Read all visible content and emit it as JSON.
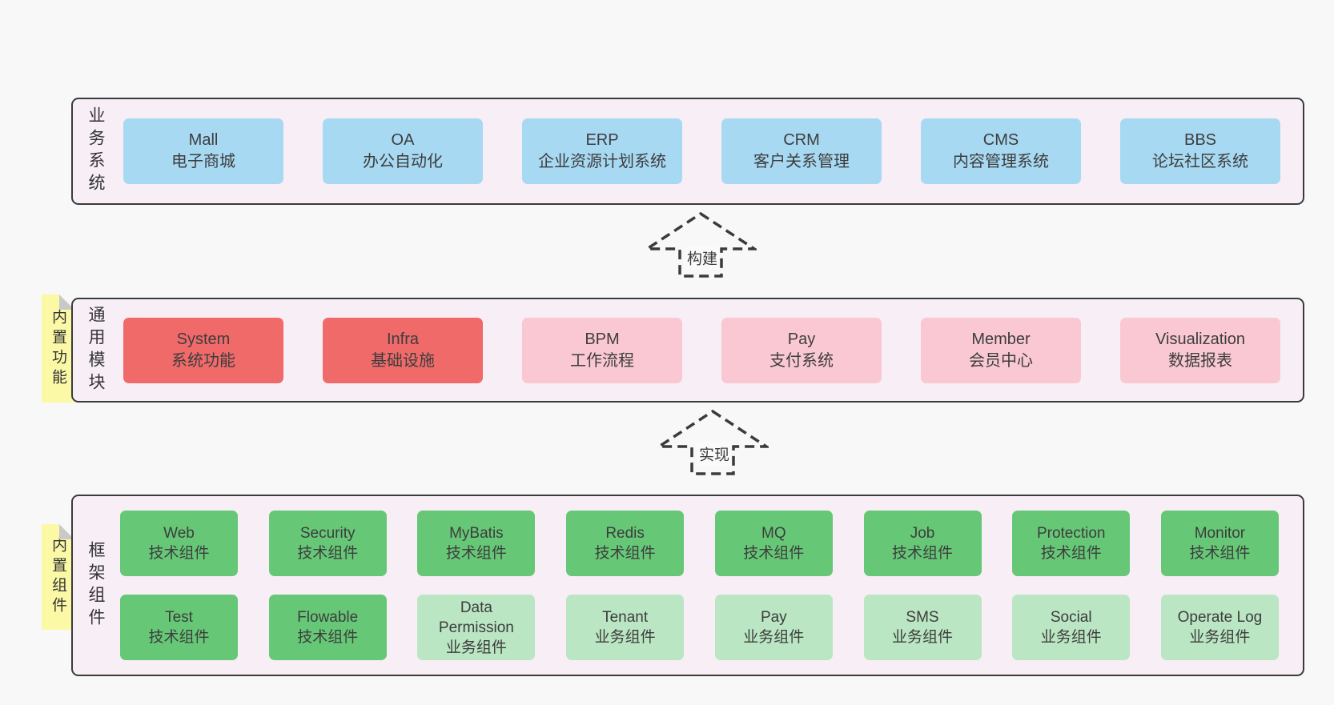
{
  "colors": {
    "pagebg": "#f8f8f8",
    "layerbg": "#f8eef6",
    "border": "#3b3b3b",
    "blue": "#a8d9f2",
    "red": "#f06a6a",
    "pink": "#f9c8d2",
    "green": "#66c877",
    "lightgreen": "#bae6c3",
    "note": "#fbf9a6",
    "fold": "#c9c9c9"
  },
  "layers": [
    {
      "label": "业务系统",
      "boxes": [
        {
          "name": "Mall",
          "subtitle": "电子商城",
          "type": "blue"
        },
        {
          "name": "OA",
          "subtitle": "办公自动化",
          "type": "blue"
        },
        {
          "name": "ERP",
          "subtitle": "企业资源计划系统",
          "type": "blue"
        },
        {
          "name": "CRM",
          "subtitle": "客户关系管理",
          "type": "blue"
        },
        {
          "name": "CMS",
          "subtitle": "内容管理系统",
          "type": "blue"
        },
        {
          "name": "BBS",
          "subtitle": "论坛社区系统",
          "type": "blue"
        }
      ]
    },
    {
      "label": "通用模块",
      "note": "内置功能",
      "boxes": [
        {
          "name": "System",
          "subtitle": "系统功能",
          "type": "red"
        },
        {
          "name": "Infra",
          "subtitle": "基础设施",
          "type": "red"
        },
        {
          "name": "BPM",
          "subtitle": "工作流程",
          "type": "pink"
        },
        {
          "name": "Pay",
          "subtitle": "支付系统",
          "type": "pink"
        },
        {
          "name": "Member",
          "subtitle": "会员中心",
          "type": "pink"
        },
        {
          "name": "Visualization",
          "subtitle": "数据报表",
          "type": "pink"
        }
      ]
    },
    {
      "label": "框架组件",
      "note": "内置组件",
      "rows": [
        [
          {
            "name": "Web",
            "subtitle": "技术组件",
            "type": "green"
          },
          {
            "name": "Security",
            "subtitle": "技术组件",
            "type": "green"
          },
          {
            "name": "MyBatis",
            "subtitle": "技术组件",
            "type": "green"
          },
          {
            "name": "Redis",
            "subtitle": "技术组件",
            "type": "green"
          },
          {
            "name": "MQ",
            "subtitle": "技术组件",
            "type": "green"
          },
          {
            "name": "Job",
            "subtitle": "技术组件",
            "type": "green"
          },
          {
            "name": "Protection",
            "subtitle": "技术组件",
            "type": "green"
          },
          {
            "name": "Monitor",
            "subtitle": "技术组件",
            "type": "green"
          }
        ],
        [
          {
            "name": "Test",
            "subtitle": "技术组件",
            "type": "green"
          },
          {
            "name": "Flowable",
            "subtitle": "技术组件",
            "type": "green"
          },
          {
            "name": "Data Permission",
            "subtitle": "业务组件",
            "type": "lightgreen"
          },
          {
            "name": "Tenant",
            "subtitle": "业务组件",
            "type": "lightgreen"
          },
          {
            "name": "Pay",
            "subtitle": "业务组件",
            "type": "lightgreen"
          },
          {
            "name": "SMS",
            "subtitle": "业务组件",
            "type": "lightgreen"
          },
          {
            "name": "Social",
            "subtitle": "业务组件",
            "type": "lightgreen"
          },
          {
            "name": "Operate Log",
            "subtitle": "业务组件",
            "type": "lightgreen"
          }
        ]
      ]
    }
  ],
  "arrows": [
    {
      "label": "构建"
    },
    {
      "label": "实现"
    }
  ]
}
